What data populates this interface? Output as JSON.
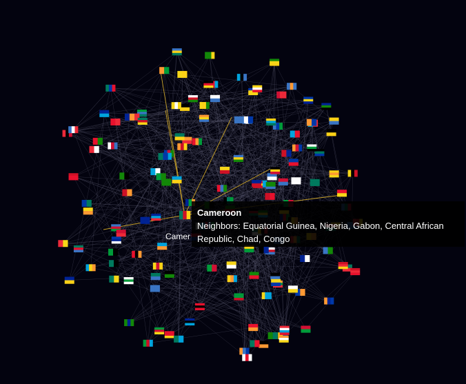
{
  "colors": {
    "background": "#03030f",
    "edge": "#5a5a70",
    "highlight_edge": "#c9a227",
    "tooltip_bg": "#000000",
    "text": "#ffffff"
  },
  "node_label": "Camer",
  "tooltip": {
    "title": "Cameroon",
    "neighbors_prefix": "Neighbors: ",
    "neighbors_text": "Equatorial Guinea, Nigeria, Gabon, Central African Republic, Chad, Congo"
  },
  "chart_data": {
    "type": "network",
    "selected_node": "Cameroon",
    "neighbors": [
      "Equatorial Guinea",
      "Nigeria",
      "Gabon",
      "Central African Republic",
      "Chad",
      "Congo"
    ],
    "node_count": 160,
    "icon": "flag-icon"
  }
}
